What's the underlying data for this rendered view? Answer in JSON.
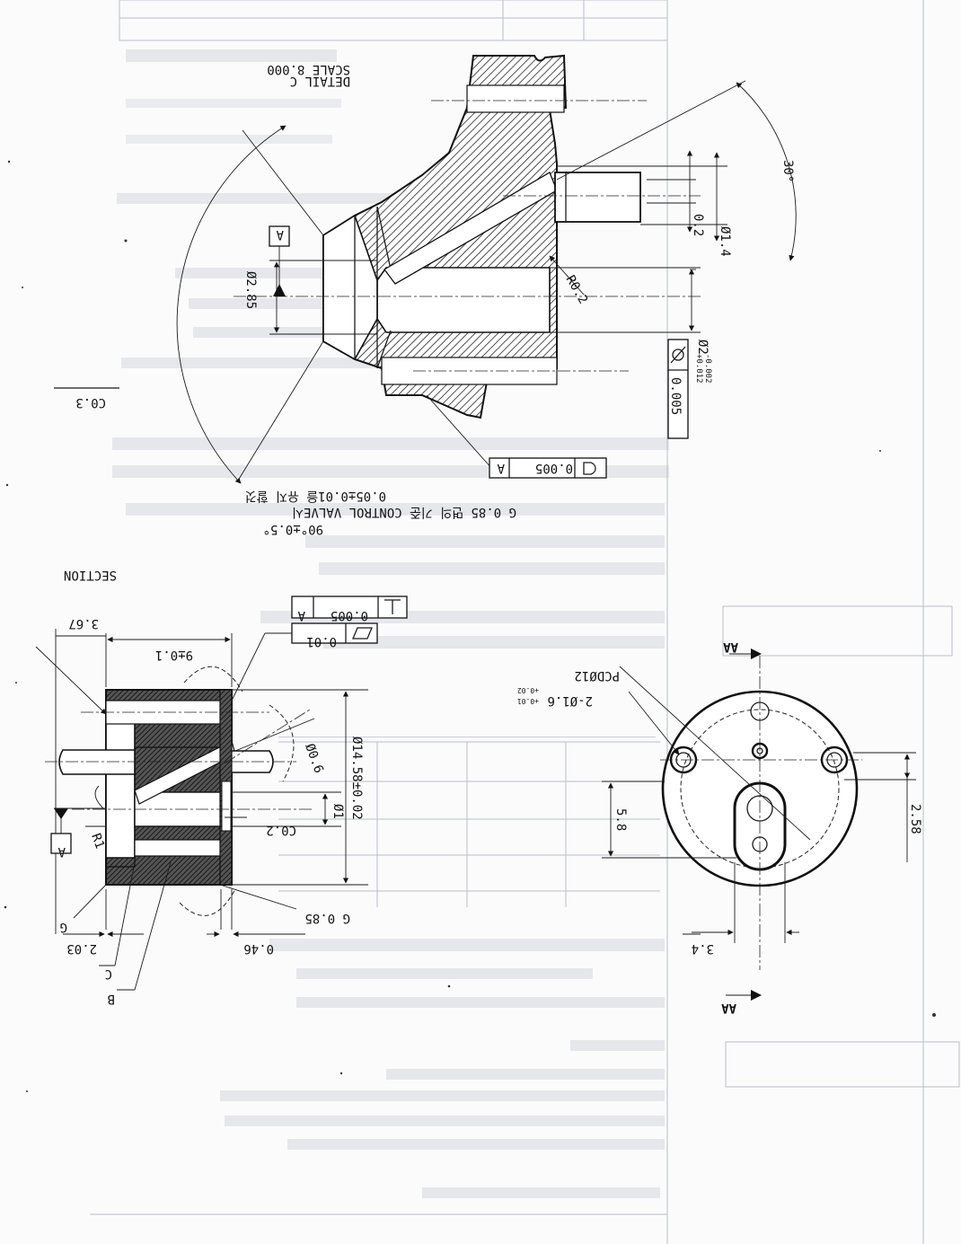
{
  "detail": {
    "title": "DETAIL C",
    "scale": "SCALE 8.000",
    "angle_30": "30°",
    "dim_0_2": "0.2",
    "dim_dia_1_4": "Ø1.4",
    "dim_dia_2_85": "Ø2.85",
    "radius_r0_2": "R0.2",
    "datum_a": "A",
    "dia_bore": "Ø2",
    "dia_bore_upper_tol": "+0.012",
    "dia_bore_lower_tol": "-0.002",
    "cylindricity_value": "0.005",
    "profile_value": "0.005",
    "profile_datum": "A",
    "chamfer_c0_3": "C0.3",
    "note_line1": "G 0.85 면의 기준 CONTROL VALVE시",
    "note_line2": "0.05±0.01을 유지 할것",
    "angle_90": "90°±0.5°"
  },
  "section": {
    "title": "SECTION",
    "dim_3_67": "3.67",
    "dim_9": "9±0.1",
    "perp_value": "0.005",
    "perp_datum": "A",
    "flat_value": "0.01",
    "dim_dia_0_6": "Ø0.6",
    "dim_dia_1": "Ø1",
    "dim_c0_2": "C0.2",
    "dim_dia_14_58": "Ø14.58±0.02",
    "datum_a": "A",
    "radius_r1": "R1",
    "label_g": "G",
    "label_c": "C",
    "label_b": "B",
    "dim_2_03": "2.03",
    "dim_0_46": "0.46",
    "surface_g": "G 0.85"
  },
  "front_view": {
    "pcd": "PCDØ12",
    "holes": "2-Ø1.6",
    "holes_tol_upper": "+0.02",
    "holes_tol_lower": "+0.01",
    "section_label_top": "AA",
    "section_label_bottom": "AA",
    "dim_5_8": "5.8",
    "dim_2_58": "2.58",
    "dim_3_4": "3.4"
  }
}
